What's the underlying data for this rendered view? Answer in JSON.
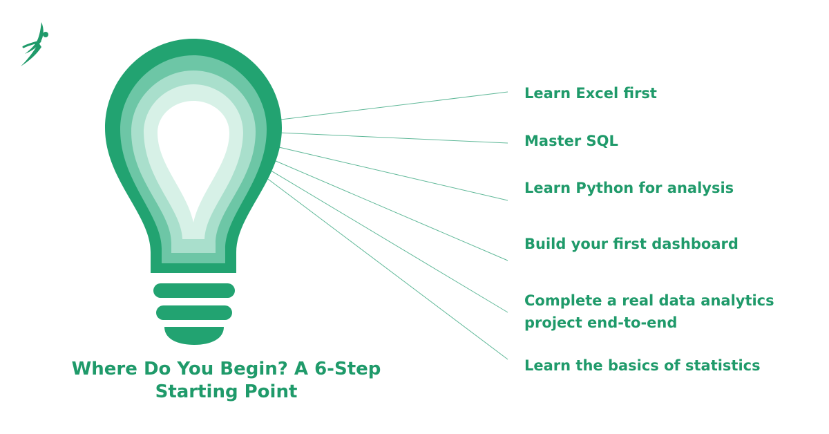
{
  "title": "Where Do You Begin? A 6-Step Starting Point",
  "steps": [
    "Learn Excel first",
    "Master SQL",
    "Learn Python for analysis",
    "Build your first dashboard",
    "Complete a real data analytics project end-to-end",
    "Learn the basics of statistics"
  ],
  "colors": {
    "brand_green": "#1f9a6a",
    "bulb_outer": "#22a371",
    "bulb_ring_2": "#6dc6a6",
    "bulb_ring_3": "#a9dfcc",
    "bulb_ring_4": "#d7f1e7",
    "bulb_core": "#ffffff",
    "connector_line": "#5fb898"
  },
  "icons": {
    "logo": "leaping-figure-logo-icon",
    "bulb": "lightbulb-icon"
  }
}
